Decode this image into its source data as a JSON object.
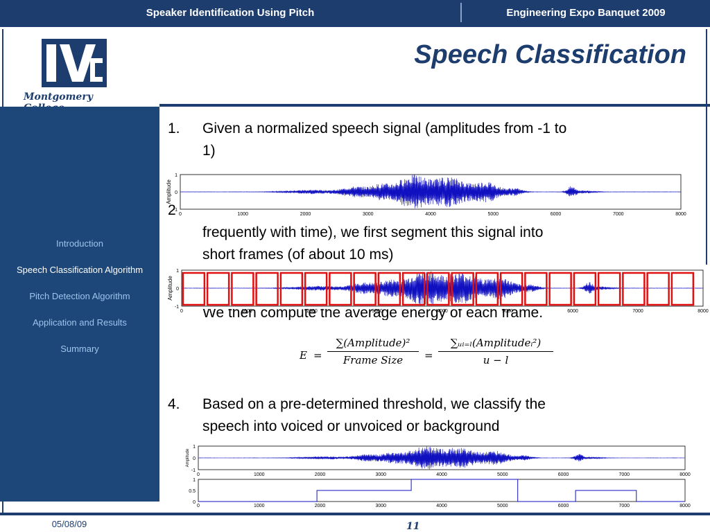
{
  "header": {
    "left_title": "Speaker Identification Using Pitch",
    "right_title": "Engineering Expo Banquet 2009"
  },
  "logo": {
    "name": "Montgomery College"
  },
  "slide": {
    "title": "Speech Classification",
    "page_number": "11"
  },
  "footer": {
    "date": "05/08/09"
  },
  "nav": {
    "items": [
      {
        "label": "Introduction",
        "active": false
      },
      {
        "label": "Speech Classification Algorithm",
        "active": true
      },
      {
        "label": "Pitch Detection Algorithm",
        "active": false
      },
      {
        "label": "Application and Results",
        "active": false
      },
      {
        "label": "Summary",
        "active": false
      }
    ]
  },
  "content": {
    "step1": {
      "number": "1.",
      "line1": "Given a normalized speech signal (amplitudes from -1 to",
      "line2": "1)"
    },
    "step2": {
      "number": "2",
      "line2": "frequently with time), we first  segment this signal into",
      "line3": "short frames (of about 10 ms)"
    },
    "step3": {
      "text": "We then compute the average energy of each frame."
    },
    "step4": {
      "number": "4.",
      "line1": "Based on a pre-determined threshold, we classify the",
      "line2": "speech into voiced or unvoiced or background"
    }
  },
  "formula": {
    "E": "E",
    "eq": "=",
    "frac1_num": "∑(Amplitude)²",
    "frac1_den": "Frame Size",
    "frac2_num": "∑ᵤᵢ₌ₗ(Amplitudeᵢ²)",
    "frac2_den": "u − l"
  },
  "plots": {
    "ylabel": "Amplitude",
    "x_ticks": [
      "0",
      "1000",
      "2000",
      "3000",
      "4000",
      "5000",
      "6000",
      "7000",
      "8000"
    ],
    "y_ticks_signal": [
      "1",
      "0",
      "-1"
    ],
    "y_ticks_class": [
      "1",
      "0.5",
      "0"
    ]
  },
  "chart_data": {
    "type": "line",
    "xlim": [
      0,
      8000
    ],
    "ylim": [
      -1,
      1
    ],
    "ylabel": "Amplitude",
    "classification": {
      "segments": [
        {
          "x": [
            0,
            1950
          ],
          "y": 0
        },
        {
          "x": [
            1950,
            3500
          ],
          "y": 0.5
        },
        {
          "x": [
            3500,
            5250
          ],
          "y": 1
        },
        {
          "x": [
            5250,
            6200
          ],
          "y": 0
        },
        {
          "x": [
            6200,
            7200
          ],
          "y": 0.5
        },
        {
          "x": [
            7200,
            8000
          ],
          "y": 0
        }
      ]
    }
  },
  "colors": {
    "brand": "#1d3d6e",
    "sidebar": "#1d4778",
    "signal": "#1010c0",
    "frame": "#e01010"
  }
}
